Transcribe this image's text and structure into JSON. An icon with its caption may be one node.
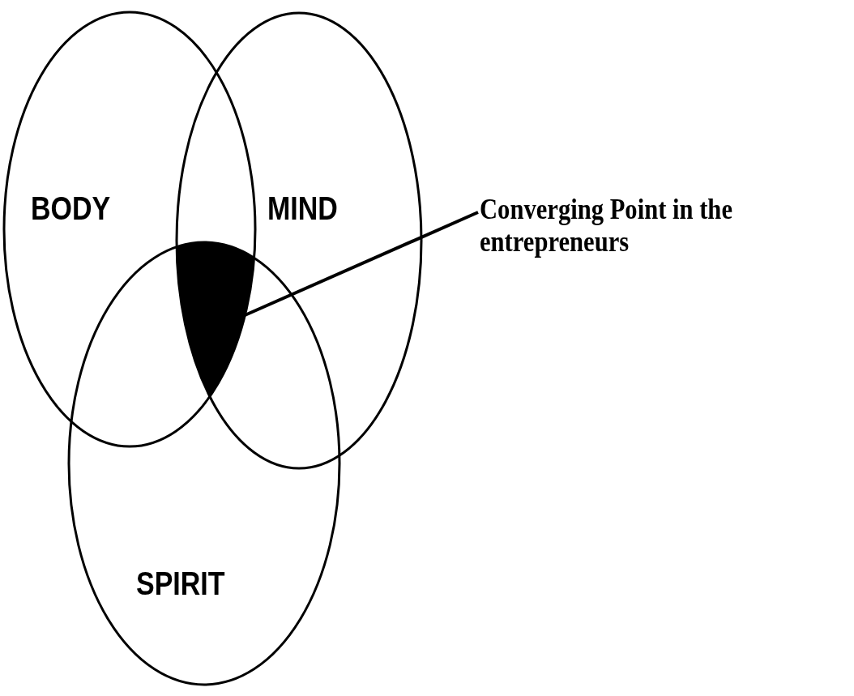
{
  "diagram": {
    "nodes": [
      {
        "text": [
          "BODY"
        ]
      },
      {
        "text": [
          "MIND"
        ]
      },
      {
        "text": [
          "SPIRIT"
        ]
      },
      {
        "text": [],
        "shape": "lens"
      },
      {
        "text": [
          "Converging Point in the entrepreneurs"
        ]
      }
    ],
    "edges": [
      {
        "from": 4,
        "to": 3,
        "arrow": "none"
      }
    ]
  }
}
